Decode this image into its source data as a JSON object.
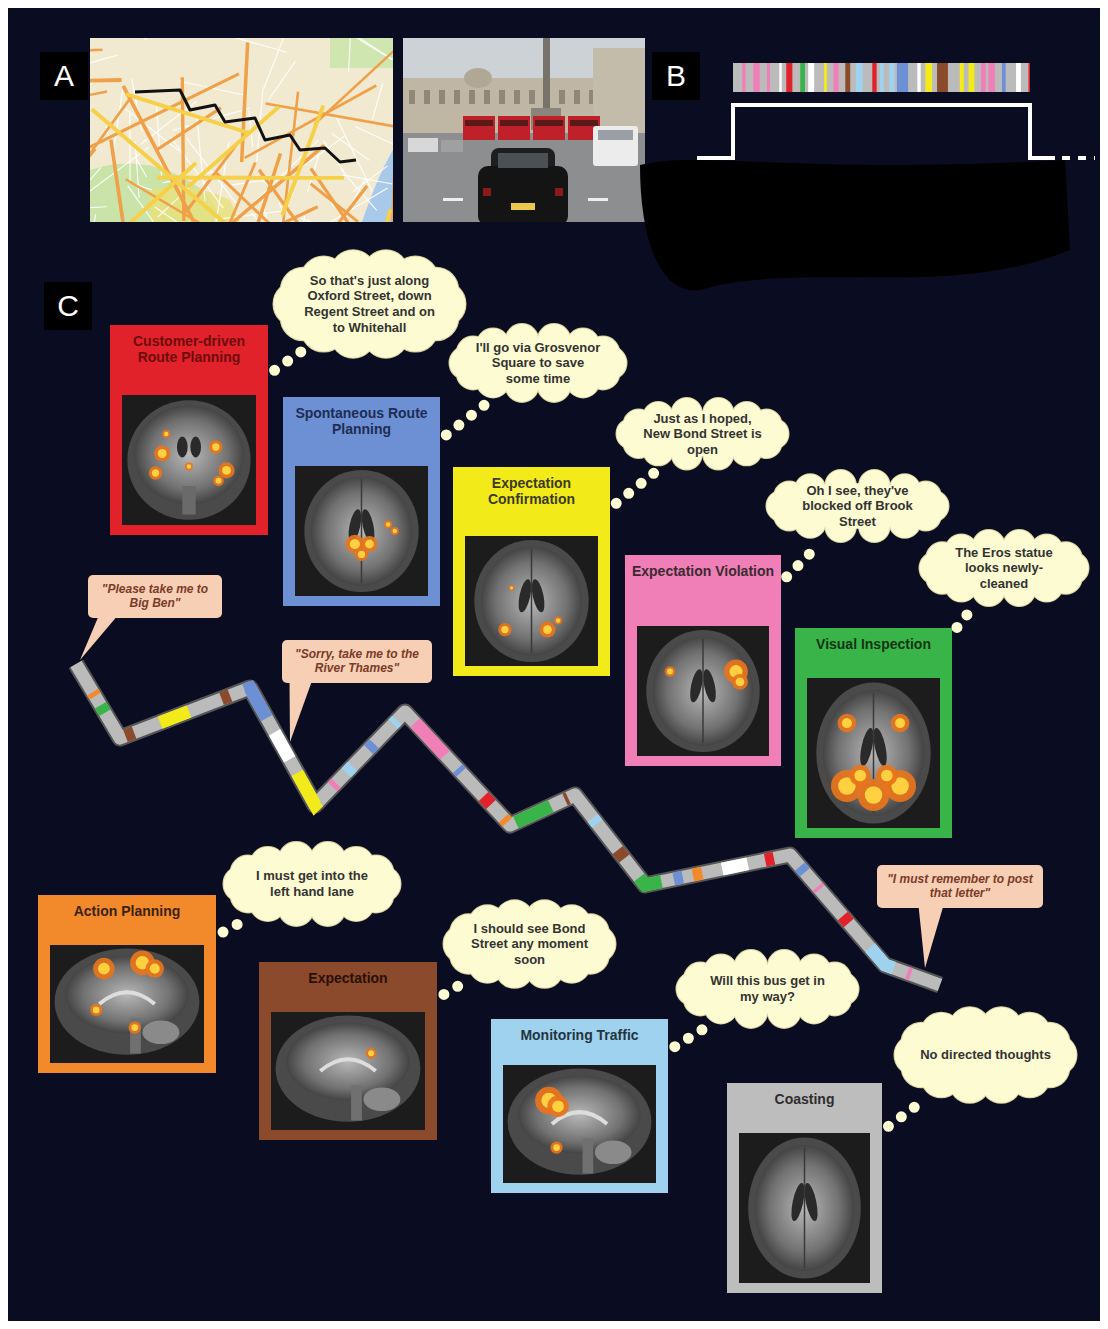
{
  "diagram": {
    "nodes": [
      {
        "text": [
          "Customer-driven Route Planning"
        ]
      },
      {
        "text": [
          "So that's just along Oxford Street, down Regent Street and on to Whitehall"
        ]
      },
      {
        "text": [
          "Spontaneous Route Planning"
        ]
      },
      {
        "text": [
          "I'll go via Grosvenor Square to save some time"
        ]
      },
      {
        "text": [
          "Expectation Confirmation"
        ]
      },
      {
        "text": [
          "Just as I hoped, New Bond Street is open"
        ]
      },
      {
        "text": [
          "Expectation Violation"
        ]
      },
      {
        "text": [
          "Oh I see, they've blocked off Brook Street"
        ]
      },
      {
        "text": [
          "Visual Inspection"
        ]
      },
      {
        "text": [
          "The Eros statue looks newly-cleaned"
        ]
      },
      {
        "text": [
          "\"Please take me to Big Ben\""
        ]
      },
      {
        "text": [
          "\"Sorry, take me to the River Thames\""
        ]
      },
      {
        "text": [
          "\"I must remember to post that letter\""
        ]
      },
      {
        "text": [
          "Action Planning"
        ]
      },
      {
        "text": [
          "I must get into the left hand lane"
        ]
      },
      {
        "text": [
          "Expectation"
        ]
      },
      {
        "text": [
          "I should see Bond Street any moment soon"
        ]
      },
      {
        "text": [
          "Monitoring Traffic"
        ]
      },
      {
        "text": [
          "Will this bus get in my way?"
        ]
      },
      {
        "text": [
          "Coasting"
        ]
      },
      {
        "text": [
          "No directed thoughts"
        ]
      }
    ],
    "edges": [
      {
        "from": 0,
        "to": 1,
        "arrow": "none"
      },
      {
        "from": 2,
        "to": 3,
        "arrow": "none"
      },
      {
        "from": 4,
        "to": 5,
        "arrow": "none"
      },
      {
        "from": 6,
        "to": 7,
        "arrow": "none"
      },
      {
        "from": 8,
        "to": 9,
        "arrow": "none"
      },
      {
        "from": 13,
        "to": 14,
        "arrow": "none"
      },
      {
        "from": 15,
        "to": 16,
        "arrow": "none"
      },
      {
        "from": 17,
        "to": 18,
        "arrow": "none"
      },
      {
        "from": 19,
        "to": 20,
        "arrow": "none"
      }
    ],
    "labels": [
      "A",
      "B",
      "C"
    ]
  }
}
